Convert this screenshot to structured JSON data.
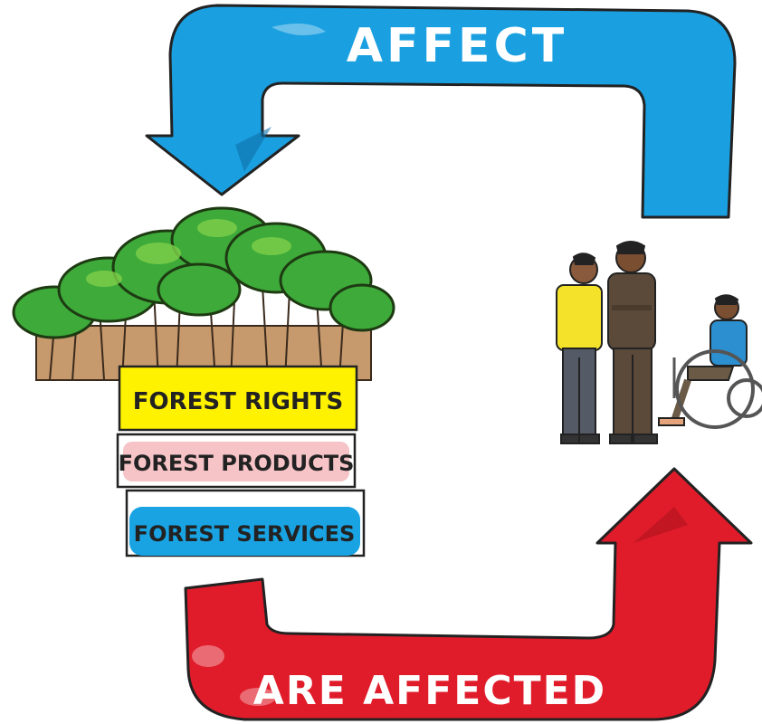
{
  "top_arrow": {
    "label": "AFFECT",
    "color": "#1aa0e0"
  },
  "bottom_arrow": {
    "label": "ARE AFFECTED",
    "color": "#e01c2a"
  },
  "forest_labels": [
    {
      "text": "FOREST RIGHTS",
      "color": "#fff200"
    },
    {
      "text": "FOREST PRODUCTS",
      "color": "#f6c3c6"
    },
    {
      "text": "FOREST SERVICES",
      "color": "#19a3e3"
    }
  ],
  "illustrations": {
    "forest": "forest-trees-icon",
    "people": "people-group-icon"
  }
}
